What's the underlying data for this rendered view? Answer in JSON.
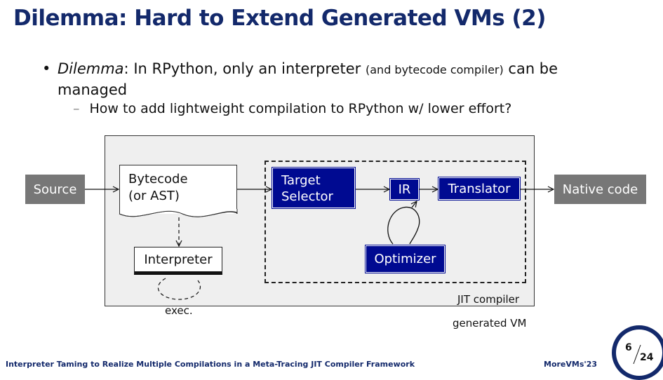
{
  "title": "Dilemma: Hard to Extend Generated VMs (2)",
  "bullet": {
    "marker": "•",
    "term": "Dilemma",
    "sep": ": ",
    "text_a": "In RPython, only an interpreter ",
    "text_small": "(and bytecode compiler)",
    "text_b": " can be managed"
  },
  "sub": {
    "marker": "–",
    "text": "How to add lightweight compilation to RPython w/ lower effort?"
  },
  "diagram": {
    "source": "Source",
    "bytecode_line1": "Bytecode",
    "bytecode_line2": "(or AST)",
    "interpreter": "Interpreter",
    "exec": "exec.",
    "target_line1": "Target",
    "target_line2": "Selector",
    "ir": "IR",
    "translator": "Translator",
    "optimizer": "Optimizer",
    "native": "Native code",
    "jit_label": "JIT compiler",
    "gvm_label": "generated VM"
  },
  "footer": {
    "title": "Interpreter Taming to Realize Multiple Compilations in a Meta-Tracing JIT Compiler Framework",
    "venue": "MoreVMs'23",
    "page": "6",
    "total": "24"
  },
  "colors": {
    "title": "#13296b",
    "box_blue": "#000a91",
    "box_gray": "#777777",
    "panel": "#efefef"
  }
}
